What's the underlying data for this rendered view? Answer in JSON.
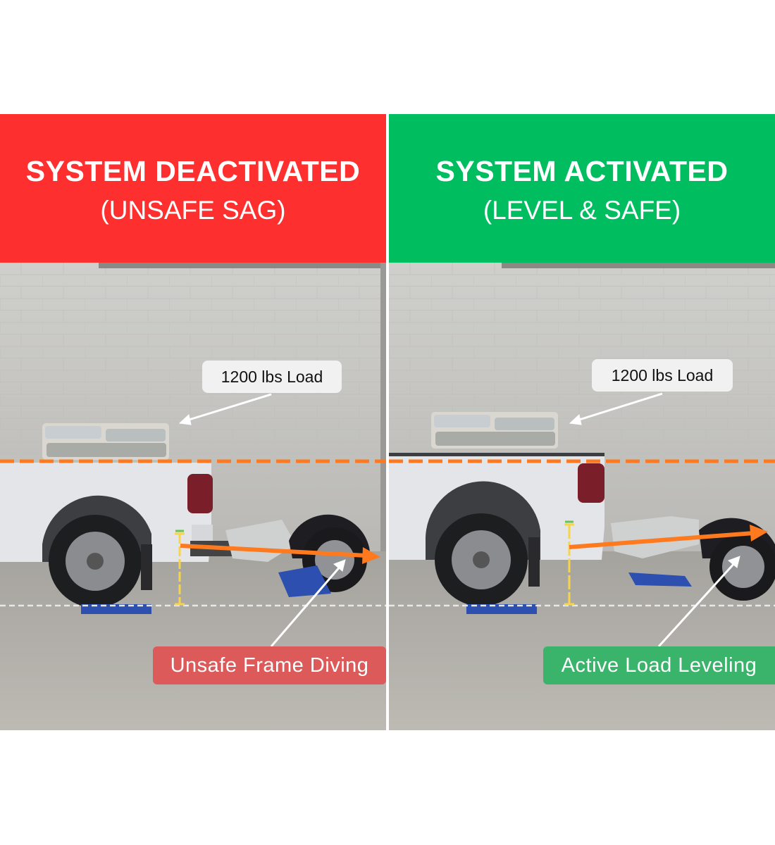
{
  "panels": [
    {
      "title": "SYSTEM DEACTIVATED",
      "subtitle": "(UNSAFE SAG)",
      "load_label": "1200 lbs Load",
      "status_label": "Unsafe Frame Diving",
      "header_color": "#fe2f2f",
      "status_color": "#dc5a5a"
    },
    {
      "title": "SYSTEM ACTIVATED",
      "subtitle": "(LEVEL & SAFE)",
      "load_label": "1200 lbs Load",
      "status_label": "Active Load Leveling",
      "header_color": "#00bd5f",
      "status_color": "#3bb46b"
    }
  ],
  "colors": {
    "reference_line": "#ff7a1f",
    "ground_line": "#e8e8e8",
    "height_marker": "#f7d44a"
  }
}
